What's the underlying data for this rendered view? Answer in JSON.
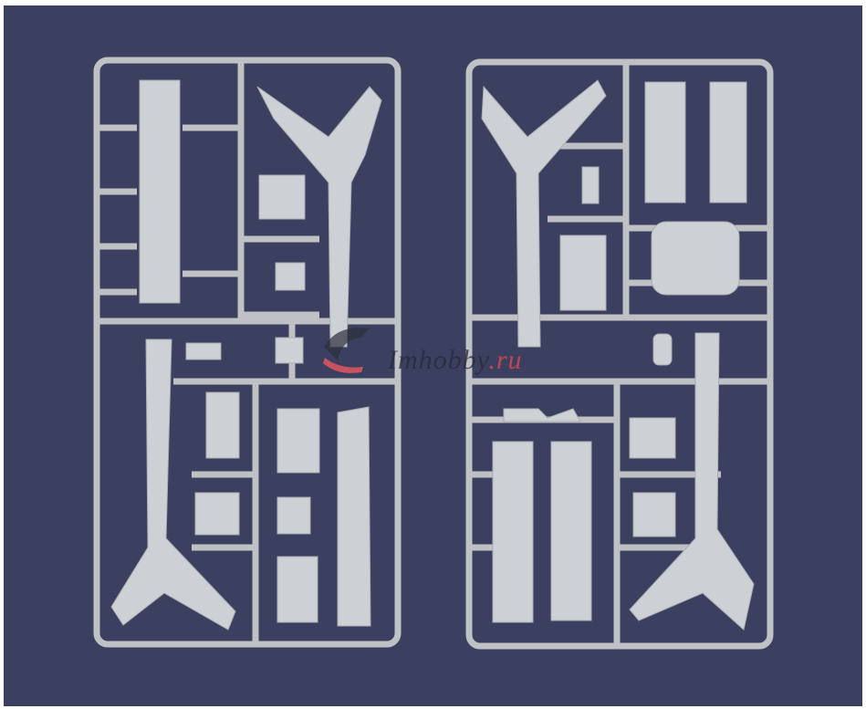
{
  "photo": {
    "subject": "two-plastic-model-kit-sprues",
    "background_color": "#3a3f5c",
    "plastic_color": "#c9cbcf"
  },
  "watermark": {
    "name": "Imhobby",
    "tld": ".ru"
  }
}
